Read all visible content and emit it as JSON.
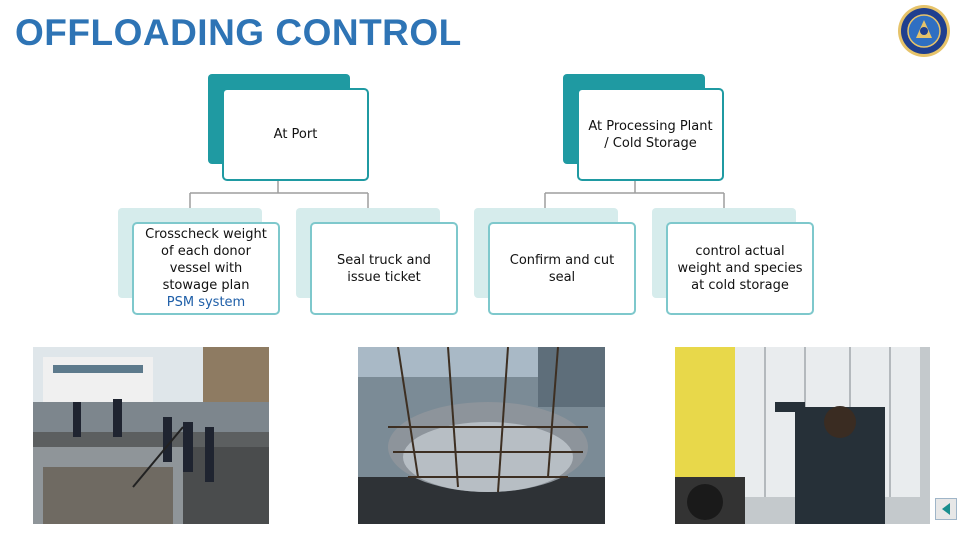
{
  "title": "OFFLOADING CONTROL",
  "nodes": {
    "port": "At Port",
    "plant": "At Processing Plant / Cold Storage",
    "crosscheck": "Crosscheck weight of each donor vessel with stowage plan",
    "crosscheck_highlight": "PSM system",
    "seal": "Seal truck and issue ticket",
    "confirm": "Confirm and cut seal",
    "control": "control actual weight and species at cold storage"
  },
  "icons": {
    "logo": "department-seal-icon",
    "nav": "previous-slide-arrow-icon"
  },
  "colors": {
    "title": "#2e74b5",
    "accent": "#1f9aa2",
    "accent_light": "#d6ecec",
    "highlight": "#1f5fa8"
  }
}
